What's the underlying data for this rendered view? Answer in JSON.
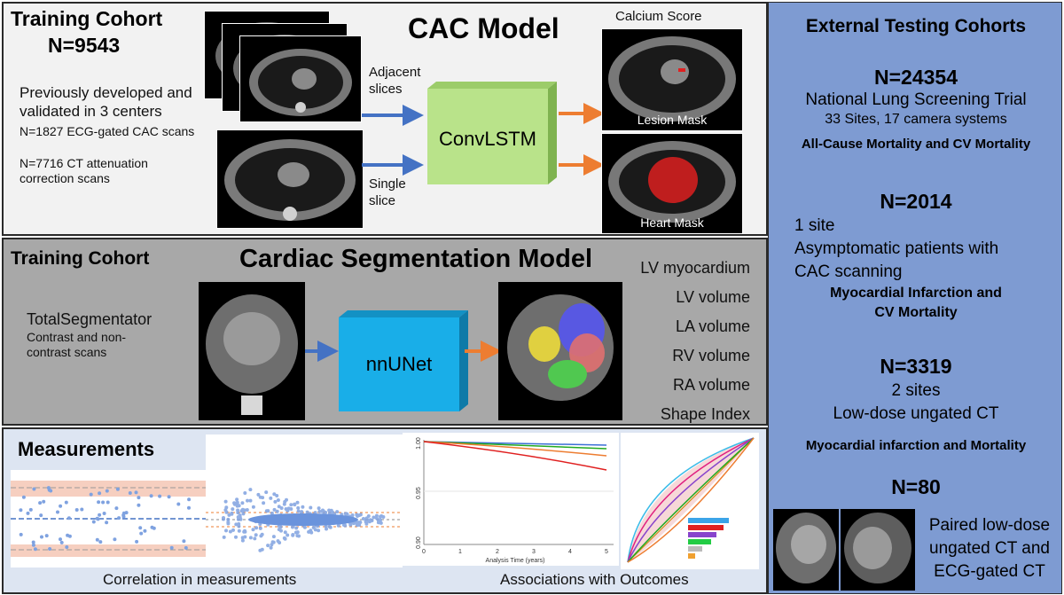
{
  "cac": {
    "cohort_title": "Training Cohort",
    "cohort_n": "N=9543",
    "desc_main": "Previously developed and validated in 3 centers",
    "desc_1": "N=1827 ECG-gated CAC scans",
    "desc_2": "N=7716 CT attenuation correction scans",
    "model_title": "CAC Model",
    "adjacent": "Adjacent slices",
    "single": "Single slice",
    "network": "ConvLSTM",
    "calcium_score": "Calcium Score",
    "lesion_mask": "Lesion Mask",
    "heart_mask": "Heart Mask"
  },
  "seg": {
    "cohort_title": "Training Cohort",
    "model_title": "Cardiac Segmentation Model",
    "tool": "TotalSegmentator",
    "tool_desc": "Contrast and non-contrast scans",
    "network": "nnUNet",
    "outputs": [
      "LV myocardium",
      "LV volume",
      "LA volume",
      "RV volume",
      "RA volume",
      "Shape Index"
    ]
  },
  "meas": {
    "title": "Measurements",
    "correlation_caption": "Correlation in measurements",
    "associations_caption": "Associations with Outcomes",
    "km_ylabels": [
      "1.00",
      "0.95",
      "0.90"
    ],
    "km_xlabels": [
      "0",
      "1",
      "2",
      "3",
      "4",
      "5"
    ],
    "km_xtitle": "Analysis Time (years)"
  },
  "external": {
    "title": "External Testing Cohorts",
    "c1_n": "N=24354",
    "c1_line1": "National Lung Screening Trial",
    "c1_line2": "33 Sites, 17 camera systems",
    "c1_outcome": "All-Cause Mortality and CV Mortality",
    "c2_n": "N=2014",
    "c2_line1": "1 site",
    "c2_line2": "Asymptomatic patients with",
    "c2_line3": "CAC scanning",
    "c2_outcome1": "Myocardial Infarction and",
    "c2_outcome2": "CV Mortality",
    "c3_n": "N=3319",
    "c3_line1": "2 sites",
    "c3_line2": "Low-dose ungated CT",
    "c3_outcome": "Myocardial infarction and Mortality",
    "c4_n": "N=80",
    "c4_desc": "Paired low-dose ungated CT and ECG-gated CT"
  },
  "colors": {
    "right_panel": "#7e9bd2",
    "bottom_panel": "#dde5f2",
    "mid_panel": "#a8a8a8",
    "top_panel": "#f2f2f2",
    "convlstm": "#b9e38a",
    "nnunet": "#19aee8",
    "arrow_blue": "#4472c4",
    "arrow_orange": "#ed7d31"
  }
}
